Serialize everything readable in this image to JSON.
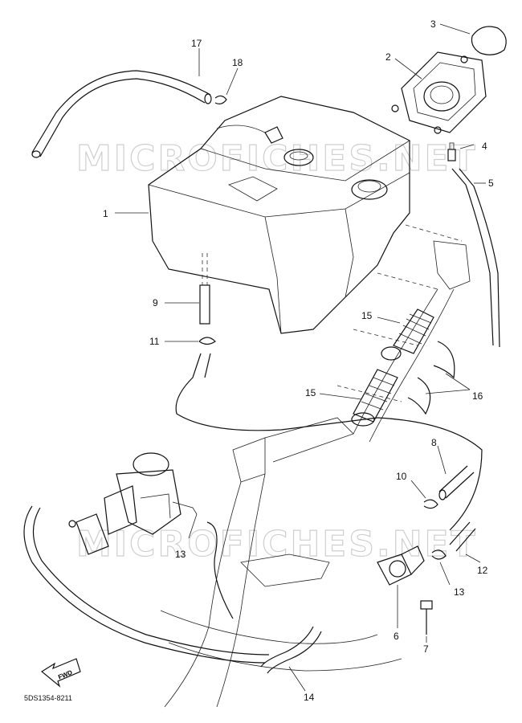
{
  "watermark": "MICROFICHES.NET",
  "diagram_code": "5DS1354-8211",
  "fwd_label": "FWD",
  "callouts": {
    "c1": "1",
    "c2": "2",
    "c3": "3",
    "c4": "4",
    "c5": "5",
    "c6": "6",
    "c7": "7",
    "c8": "8",
    "c9": "9",
    "c10": "10",
    "c11": "11",
    "c12": "12",
    "c13a": "13",
    "c13b": "13",
    "c14": "14",
    "c15a": "15",
    "c15b": "15",
    "c16": "16",
    "c17": "17",
    "c18": "18"
  }
}
